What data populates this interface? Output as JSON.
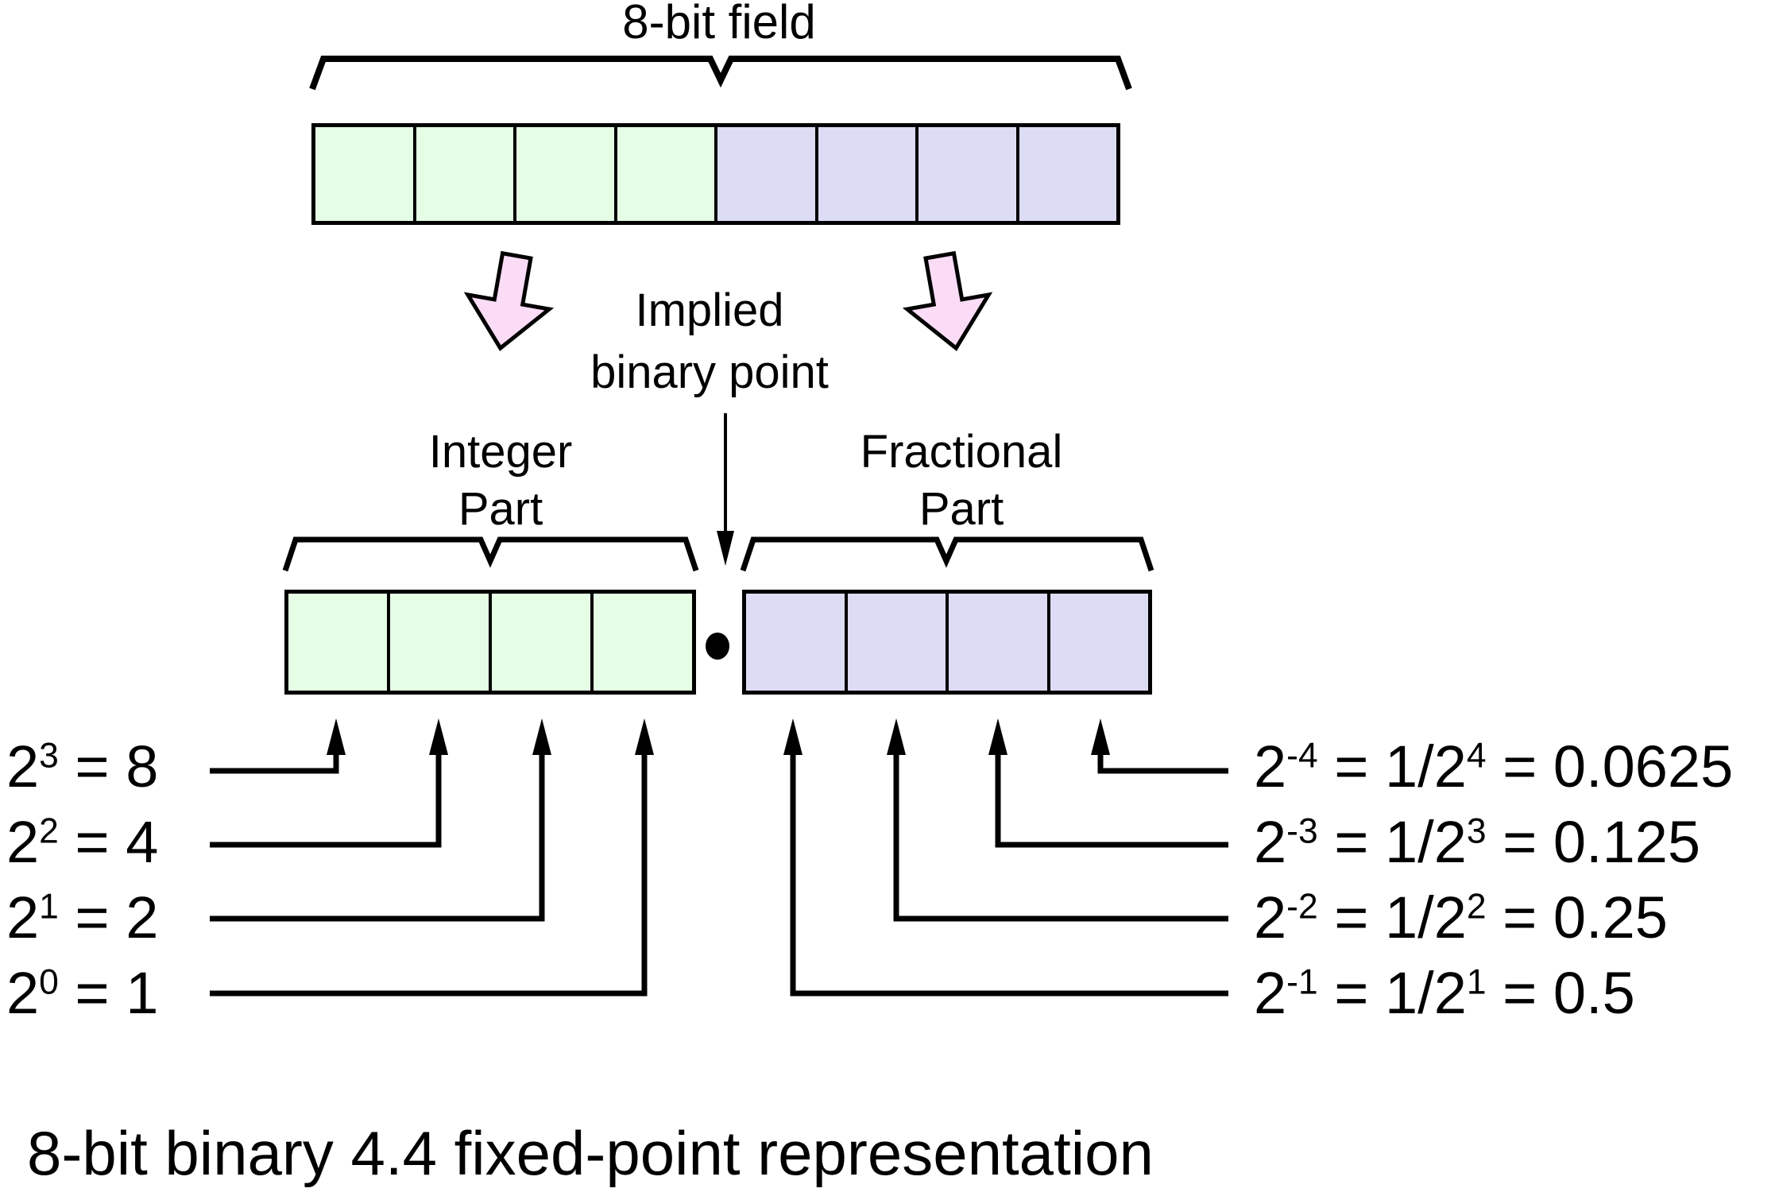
{
  "title": "8-bit field",
  "implied_point": {
    "line1": "Implied",
    "line2": "binary point"
  },
  "integer_part": {
    "line1": "Integer",
    "line2": "Part"
  },
  "fractional_part": {
    "line1": "Fractional",
    "line2": "Part"
  },
  "caption": "8-bit binary 4.4 fixed-point representation",
  "cells": {
    "integer_count": 4,
    "fractional_count": 4
  },
  "integer_weights": [
    {
      "base": "2",
      "exp": "3",
      "rest": " = 8"
    },
    {
      "base": "2",
      "exp": "2",
      "rest": " = 4"
    },
    {
      "base": "2",
      "exp": "1",
      "rest": " = 2"
    },
    {
      "base": "2",
      "exp": "0",
      "rest": " = 1"
    }
  ],
  "fractional_weights": [
    {
      "base": "2",
      "exp": "-4",
      "mid": " = 1/2",
      "exp2": "4",
      "rest": " = 0.0625"
    },
    {
      "base": "2",
      "exp": "-3",
      "mid": " = 1/2",
      "exp2": "3",
      "rest": " = 0.125"
    },
    {
      "base": "2",
      "exp": "-2",
      "mid": " = 1/2",
      "exp2": "2",
      "rest": " = 0.25"
    },
    {
      "base": "2",
      "exp": "-1",
      "mid": " = 1/2",
      "exp2": "1",
      "rest": " = 0.5"
    }
  ],
  "colors": {
    "integer_cell": "#e5fce5",
    "fractional_cell": "#dcdcf5",
    "pink_arrow": "#fbdcf6",
    "line": "#000000",
    "background": "#ffffff"
  }
}
